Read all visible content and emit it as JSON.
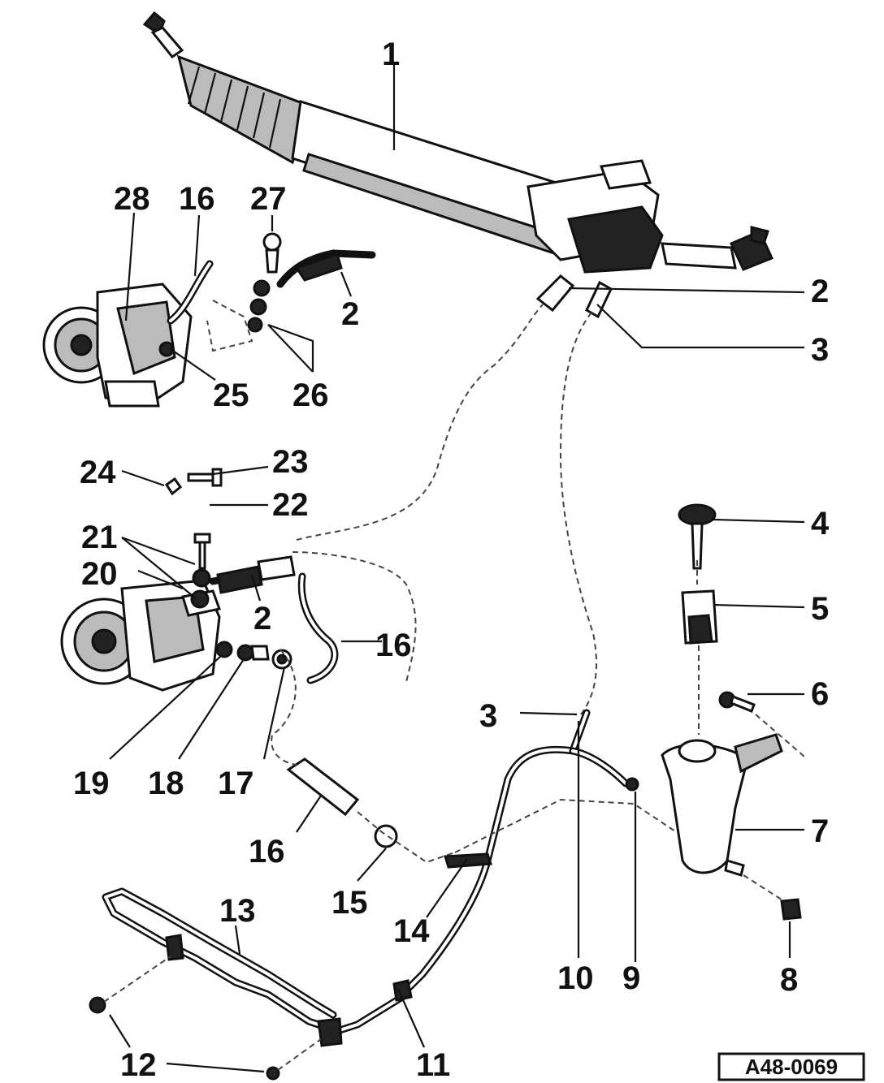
{
  "callouts": [
    "1",
    "2",
    "2",
    "2",
    "3",
    "3",
    "4",
    "5",
    "6",
    "7",
    "8",
    "9",
    "10",
    "11",
    "12",
    "13",
    "14",
    "15",
    "16",
    "16",
    "16",
    "17",
    "18",
    "19",
    "20",
    "21",
    "22",
    "23",
    "24",
    "25",
    "26",
    "27",
    "28"
  ],
  "reference_code": "A48-0069"
}
